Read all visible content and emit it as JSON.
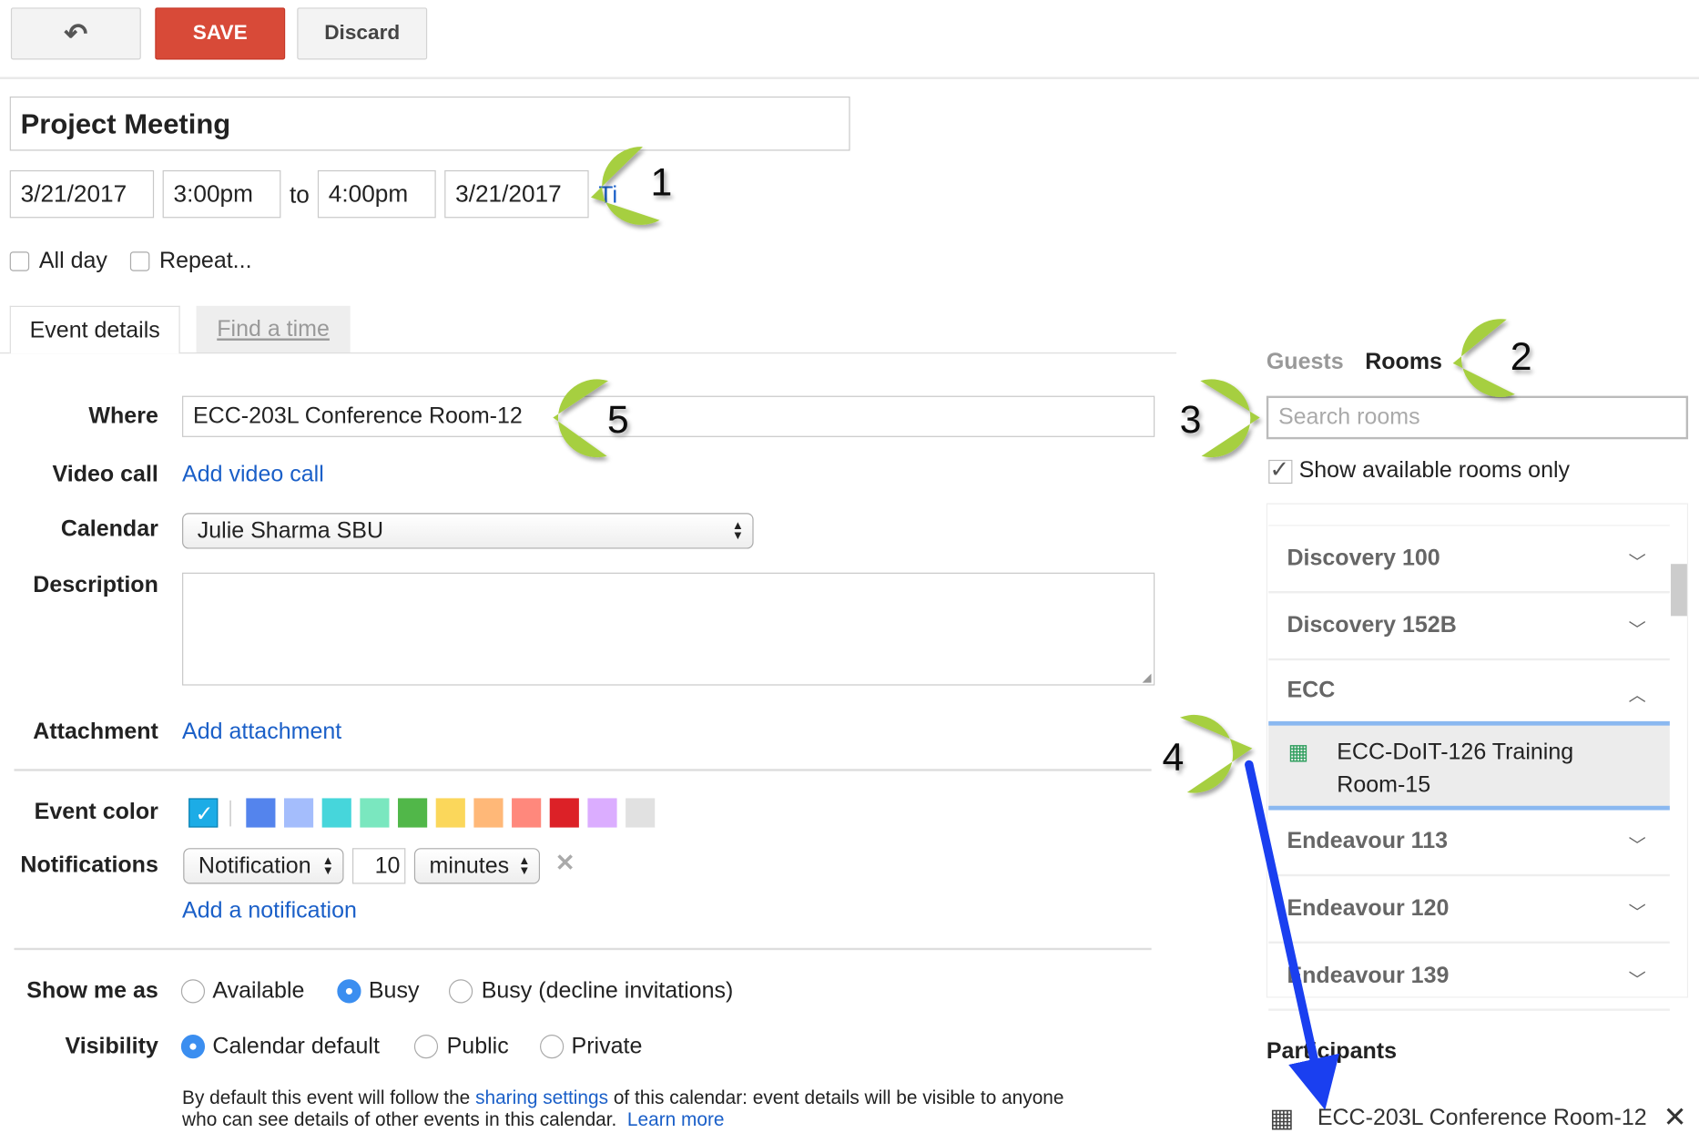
{
  "toolbar": {
    "back_icon": "back-arrow-icon",
    "save_label": "SAVE",
    "discard_label": "Discard"
  },
  "event": {
    "title": "Project Meeting",
    "start_date": "3/21/2017",
    "start_time": "3:00pm",
    "to_label": "to",
    "end_time": "4:00pm",
    "end_date": "3/21/2017",
    "timezone_link": "Ti"
  },
  "options": {
    "all_day": "All day",
    "repeat": "Repeat..."
  },
  "tabs": [
    {
      "label": "Event details",
      "active": true
    },
    {
      "label": "Find a time",
      "active": false
    }
  ],
  "form": {
    "where_label": "Where",
    "where_value": "ECC-203L Conference Room-12",
    "video_label": "Video call",
    "video_link": "Add video call",
    "calendar_label": "Calendar",
    "calendar_value": "Julie Sharma SBU",
    "description_label": "Description",
    "attachment_label": "Attachment",
    "attachment_link": "Add attachment",
    "color_label": "Event color",
    "colors": [
      "#1cace6",
      "#5484ed",
      "#a4bdfc",
      "#46d6db",
      "#7ae7bf",
      "#51b749",
      "#fbd75b",
      "#ffb878",
      "#ff887c",
      "#dc2127",
      "#dbadff",
      "#e1e1e1"
    ],
    "notifications_label": "Notifications",
    "notification_type": "Notification",
    "notification_amount": "10",
    "notification_unit": "minutes",
    "add_notification": "Add a notification",
    "show_me_as_label": "Show me as",
    "show_me_as_options": [
      "Available",
      "Busy",
      "Busy (decline invitations)"
    ],
    "show_me_as_selected": "Busy",
    "visibility_label": "Visibility",
    "visibility_options": [
      "Calendar default",
      "Public",
      "Private"
    ],
    "visibility_selected": "Calendar default",
    "visibility_note_1": "By default this event will follow the ",
    "visibility_note_link": "sharing settings",
    "visibility_note_2": " of this calendar: event details will be visible to anyone",
    "visibility_note_3": "who can see details of other events in this calendar.",
    "learn_more": "Learn more"
  },
  "sidebar": {
    "guests_tab": "Guests",
    "rooms_tab": "Rooms",
    "search_placeholder": "Search rooms",
    "available_only": "Show available rooms only",
    "available_only_checked": true,
    "rooms": [
      {
        "name": "Discovery 100",
        "expanded": false
      },
      {
        "name": "Discovery 152B",
        "expanded": false
      },
      {
        "name": "ECC",
        "expanded": true
      },
      {
        "name": "Endeavour 113",
        "expanded": false
      },
      {
        "name": "Endeavour 120",
        "expanded": false
      },
      {
        "name": "Endeavour 139",
        "expanded": false
      }
    ],
    "highlighted_room_line1": "ECC-DoIT-126 Training",
    "highlighted_room_line2": "Room-15",
    "participants_label": "Participants",
    "participant": "ECC-203L Conference Room-12"
  },
  "callouts": [
    "1",
    "2",
    "3",
    "4",
    "5"
  ],
  "colors": {
    "save": "#d84a38",
    "link": "#1a5fc8",
    "callout": "#a6cf3f",
    "arrow": "#1a3ff0",
    "radio": "#3b8ef0"
  }
}
